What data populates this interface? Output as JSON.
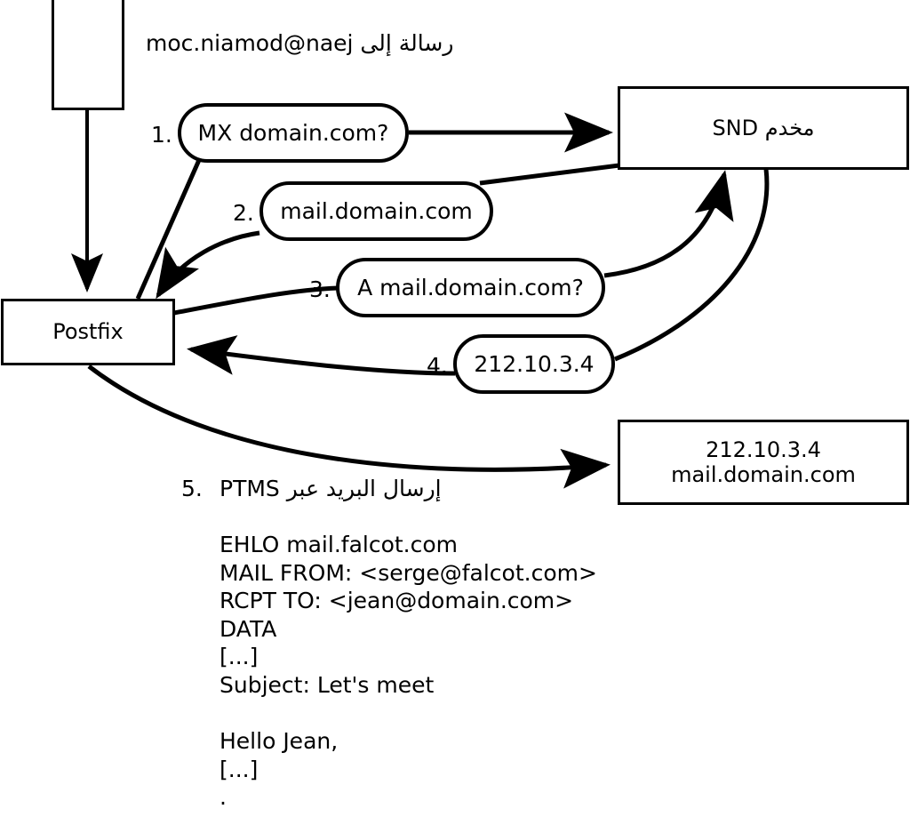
{
  "diagram": {
    "title_caption": "رسالة إلى jean@domain.com",
    "nodes": [
      {
        "id": "client",
        "label": ""
      },
      {
        "id": "postfix",
        "label": "Postfix"
      },
      {
        "id": "dns",
        "label": "مخدم DNS"
      },
      {
        "id": "mailserver",
        "line1": "212.10.3.4",
        "line2": "mail.domain.com"
      }
    ],
    "steps": [
      {
        "num": "1.",
        "label": "MX domain.com?"
      },
      {
        "num": "2.",
        "label": "mail.domain.com"
      },
      {
        "num": "3.",
        "label": "A mail.domain.com?"
      },
      {
        "num": "4.",
        "label": "212.10.3.4"
      }
    ],
    "step5": {
      "num": "5.",
      "label": "إرسال البريد عبر SMTP"
    },
    "smtp_transcript": "EHLO mail.falcot.com\nMAIL FROM: <serge@falcot.com>\nRCPT TO: <jean@domain.com>\nDATA\n[...]\nSubject: Let's meet\n\nHello Jean,\n[...]\n.",
    "colors": {
      "stroke": "#000000",
      "background": "#ffffff"
    }
  }
}
